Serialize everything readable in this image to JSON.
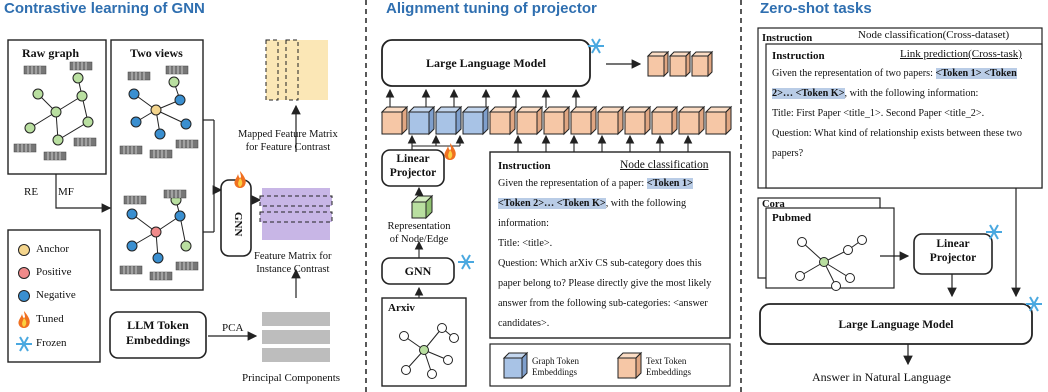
{
  "left": {
    "title": "Contrastive learning of GNN",
    "raw_graph": "Raw graph",
    "two_views": "Two views",
    "re": "RE",
    "mf": "MF",
    "gnn": "GNN",
    "mapped_1": "Mapped Feature Matrix",
    "mapped_2": "for Feature Contrast",
    "fm_1": "Feature Matrix for",
    "fm_2": "Instance Contrast",
    "llm_1": "LLM Token",
    "llm_2": "Embeddings",
    "pca": "PCA",
    "principal": "Principal Components",
    "legend": {
      "anchor": "Anchor",
      "positive": "Positive",
      "negative": "Negative",
      "tuned": "Tuned",
      "frozen": "Frozen"
    }
  },
  "middle": {
    "title": "Alignment tuning of projector",
    "llm": "Large Language Model",
    "linear_1": "Linear",
    "linear_2": "Projector",
    "repr_1": "Representation",
    "repr_2": "of Node/Edge",
    "gnn": "GNN",
    "arxiv": "Arxiv",
    "instruction": "Instruction",
    "task": "Node classification",
    "p_a": "Given the representation of a paper: ",
    "tokens": "<Token 1> <Token 2>… <Token K>",
    "p_b": ", with the following information:",
    "p_title": "Title: <title>.",
    "p_q": "Question: Which arXiv CS sub-category does this paper belong to? Please directly give the most likely answer from the following sub-categories: <answer candidates>.",
    "legend_graph_1": "Graph Token",
    "legend_graph_2": "Embeddings",
    "legend_text_1": "Text Token",
    "legend_text_2": "Embeddings"
  },
  "right": {
    "title": "Zero-shot tasks",
    "back_instruction": "Instruction",
    "back_task": "Node classification(Cross-dataset)",
    "instruction": "Instruction",
    "task": "Link prediction(Cross-task)",
    "p_a": "Given the representation of two papers: ",
    "tokens": "<Token 1> <Token 2>… <Token K>",
    "p_b": ", with the following information:",
    "p_title": "Title: First Paper <title_1>. Second Paper <title_2>.",
    "p_q": "Question: What kind of relationship exists between these two papers?",
    "cora": "Cora",
    "pubmed": "Pubmed",
    "linear_1": "Linear",
    "linear_2": "Projector",
    "llm": "Large Language Model",
    "answer": "Answer in Natural Language"
  },
  "colors": {
    "title": "#2f6fb0",
    "anchor": "#f4d58d",
    "positive": "#f08a8a",
    "negative": "#3a8fd0",
    "node": "#b9dfa0",
    "graph_token": "#a8c3e6",
    "text_token": "#f6c7a6",
    "feature": "#c8b6e6",
    "mapped": "#fbe7b6"
  }
}
